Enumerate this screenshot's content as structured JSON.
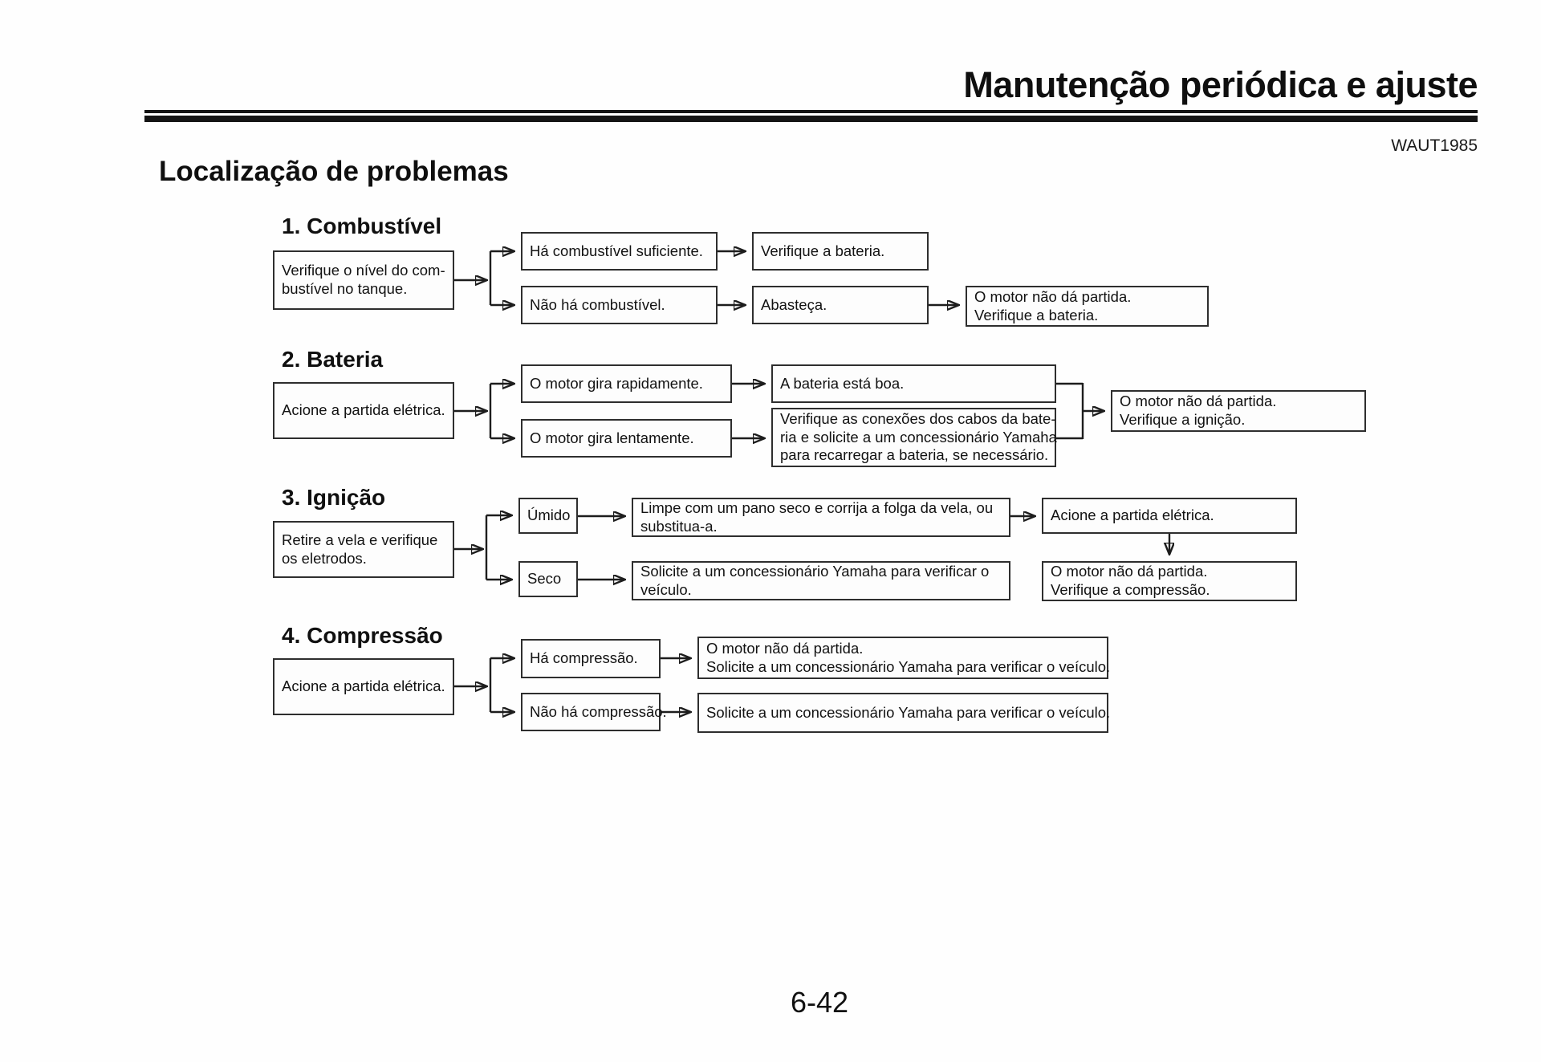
{
  "page": {
    "header_title": "Manutenção periódica e ajuste",
    "doc_code": "WAUT1985",
    "section_title": "Localização de problemas",
    "page_number": "6-42"
  },
  "flowchart": {
    "sections": [
      {
        "heading": "1. Combustível",
        "boxes": {
          "start": "Verifique o nível do com-\nbustível no tanque.",
          "branch1": "Há combustível suficiente.",
          "branch2": "Não há combustível.",
          "result1": "Verifique a bateria.",
          "result2": "Abasteça.",
          "final": "O motor não dá partida.\nVerifique a bateria."
        }
      },
      {
        "heading": "2. Bateria",
        "boxes": {
          "start": "Acione a partida elétrica.",
          "branch1": "O motor gira rapidamente.",
          "branch2": "O motor gira lentamente.",
          "result1": "A bateria está boa.",
          "result2": "Verifique as conexões dos cabos da bate-\nria e solicite a um concessionário Yamaha\npara recarregar a bateria, se necessário.",
          "final": "O motor não dá partida.\nVerifique a ignição."
        }
      },
      {
        "heading": "3. Ignição",
        "boxes": {
          "start": "Retire a vela e verifique\nos eletrodos.",
          "branch1": "Úmido",
          "branch2": "Seco",
          "result1": "Limpe com um pano seco e corrija a folga da vela, ou\nsubstitua-a.",
          "result2": "Solicite a um concessionário Yamaha para verificar o\nveículo.",
          "final1": "Acione a partida elétrica.",
          "final2": "O motor não dá partida.\nVerifique a compressão."
        }
      },
      {
        "heading": "4. Compressão",
        "boxes": {
          "start": "Acione a partida elétrica.",
          "branch1": "Há compressão.",
          "branch2": "Não há compressão.",
          "result1": "O motor não dá partida.\nSolicite a um concessionário Yamaha para verificar o veículo.",
          "result2": "Solicite a um concessionário Yamaha para verificar o veículo."
        }
      }
    ]
  }
}
